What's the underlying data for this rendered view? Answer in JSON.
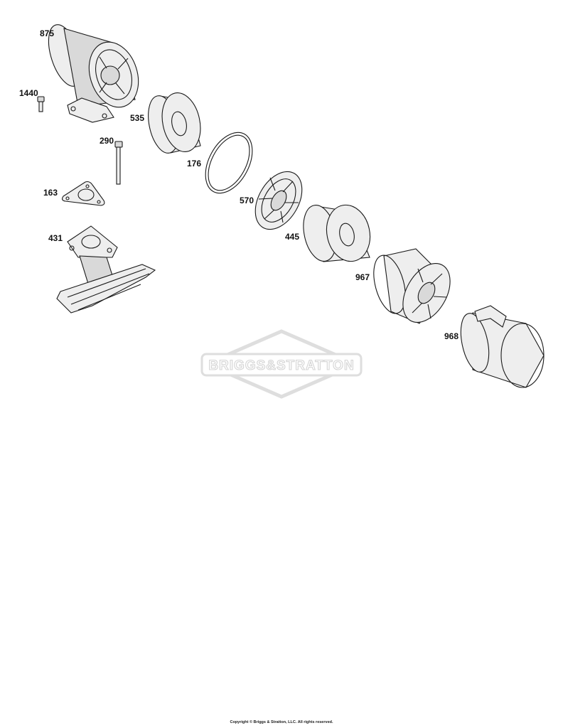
{
  "parts": [
    {
      "id": "part-875",
      "label": "875"
    },
    {
      "id": "part-1440",
      "label": "1440"
    },
    {
      "id": "part-535",
      "label": "535"
    },
    {
      "id": "part-290",
      "label": "290"
    },
    {
      "id": "part-176",
      "label": "176"
    },
    {
      "id": "part-163",
      "label": "163"
    },
    {
      "id": "part-570",
      "label": "570"
    },
    {
      "id": "part-431",
      "label": "431"
    },
    {
      "id": "part-445",
      "label": "445"
    },
    {
      "id": "part-967",
      "label": "967"
    },
    {
      "id": "part-968",
      "label": "968"
    }
  ],
  "watermark": {
    "text": "BRIGGS&STRATTON"
  },
  "footer": {
    "copyright": "Copyright © Briggs & Stratton, LLC. All rights reserved."
  },
  "colors": {
    "line": "#1a1a1a",
    "shade": "#d9d9d9",
    "watermark": "#dedede"
  }
}
